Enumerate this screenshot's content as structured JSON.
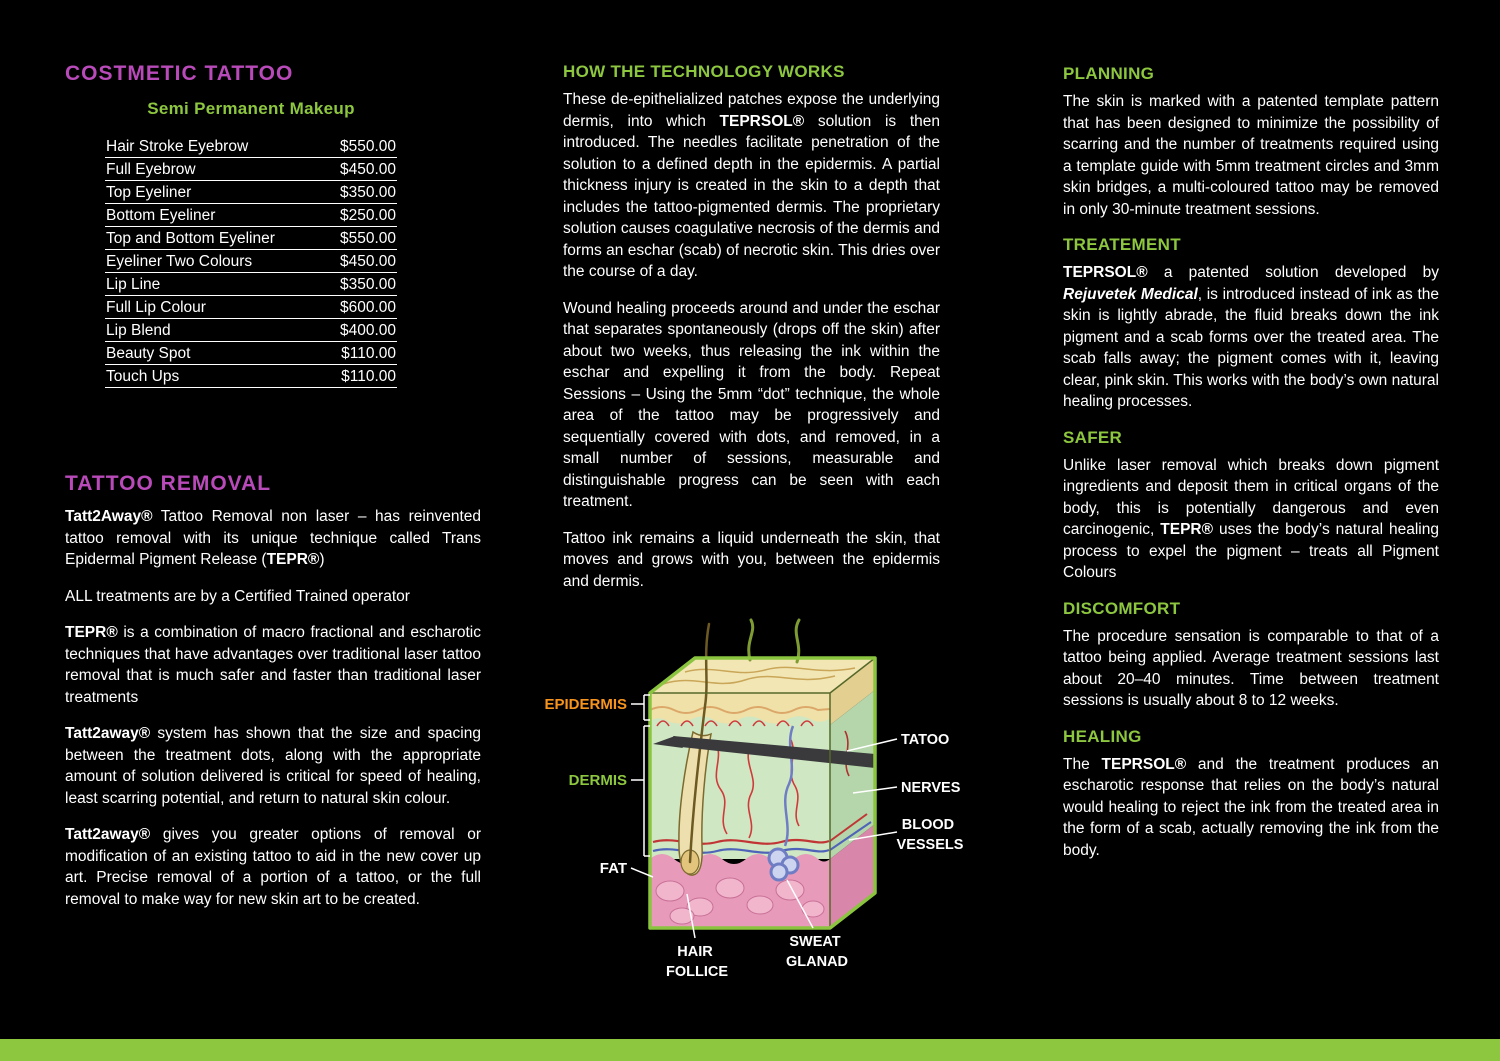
{
  "colors": {
    "background": "#000000",
    "accent_magenta": "#b94ab9",
    "accent_green": "#8dc63f",
    "accent_orange": "#f7941d",
    "body_text": "#ffffff",
    "footer_bar": "#8dc63f"
  },
  "left": {
    "title": "COSTMETIC TATTOO",
    "subtitle": "Semi Permanent Makeup",
    "price_list": [
      {
        "item": "Hair Stroke Eyebrow",
        "price": "$550.00"
      },
      {
        "item": "Full Eyebrow",
        "price": "$450.00"
      },
      {
        "item": "Top Eyeliner",
        "price": "$350.00"
      },
      {
        "item": "Bottom Eyeliner",
        "price": "$250.00"
      },
      {
        "item": "Top and Bottom Eyeliner",
        "price": "$550.00"
      },
      {
        "item": "Eyeliner Two Colours",
        "price": "$450.00"
      },
      {
        "item": "Lip Line",
        "price": "$350.00"
      },
      {
        "item": "Full Lip Colour",
        "price": "$600.00"
      },
      {
        "item": "Lip Blend",
        "price": "$400.00"
      },
      {
        "item": "Beauty Spot",
        "price": "$110.00"
      },
      {
        "item": "Touch Ups",
        "price": "$110.00"
      }
    ],
    "removal": {
      "title": "TATTOO REMOVAL",
      "paragraphs": [
        [
          {
            "t": "Tatt2Away®",
            "b": true
          },
          {
            "t": " Tattoo Removal non laser – has reinvented tattoo removal with its unique technique called Trans Epidermal Pigment Release ("
          },
          {
            "t": "TEPR®",
            "b": true
          },
          {
            "t": ")"
          }
        ],
        [
          {
            "t": "ALL treatments are by a Certified Trained operator"
          }
        ],
        [
          {
            "t": "TEPR®",
            "b": true
          },
          {
            "t": " is a combination of macro fractional and escharotic techniques that have advantages over traditional laser tattoo removal that is much safer and faster than traditional laser treatments"
          }
        ],
        [
          {
            "t": "Tatt2away®",
            "b": true
          },
          {
            "t": " system has shown that the size and spacing between the treatment dots, along with the appropriate amount of solution delivered is critical for speed of healing, least scarring potential, and return to natural skin colour."
          }
        ],
        [
          {
            "t": "Tatt2away®",
            "b": true
          },
          {
            "t": " gives you greater options of removal or modification of an existing tattoo to aid in the new cover up art. Precise removal of a portion of a tattoo, or the full removal to make way for new skin art to be created."
          }
        ]
      ]
    }
  },
  "middle": {
    "title": "HOW THE TECHNOLOGY WORKS",
    "paragraphs": [
      [
        {
          "t": "These de-epithelialized patches expose the underlying dermis, into which "
        },
        {
          "t": "TEPRSOL®",
          "b": true
        },
        {
          "t": " solution is then introduced. The needles facilitate penetration of the solution to a defined depth in the epidermis. A partial thickness injury is created in the skin to a depth that includes the tattoo-pigmented dermis. The proprietary solution causes coagulative necrosis of the dermis and forms an eschar (scab) of necrotic skin. This dries over the course of a day."
        }
      ],
      [
        {
          "t": "Wound healing proceeds around and under the eschar that separates spontaneously (drops off the skin) after about two weeks, thus releasing the ink within the eschar and expelling it from the body. Repeat Sessions – Using the 5mm “dot” technique, the whole area of the tattoo may be progressively and sequentially covered with dots, and removed, in a small number of sessions, measurable and distinguishable progress can be seen with each treatment."
        }
      ],
      [
        {
          "t": "Tattoo ink remains a liquid underneath the skin, that moves and grows with you, between the epidermis and dermis."
        }
      ]
    ],
    "diagram": {
      "epidermis": "EPIDERMIS",
      "dermis": "DERMIS",
      "fat": "FAT",
      "tattoo": "TATOO",
      "nerves": "NERVES",
      "blood_vessels": [
        "BLOOD",
        "VESSELS"
      ],
      "hair_follicle": [
        "HAIR",
        "FOLLICE"
      ],
      "sweat_gland": [
        "SWEAT",
        "GLANAD"
      ]
    }
  },
  "right": {
    "sections": [
      {
        "heading": "PLANNING",
        "body": [
          {
            "t": "The skin is marked with a patented template pattern that has been designed to minimize the possibility of scarring and the number of treatments required using a template guide with 5mm treatment circles and 3mm skin bridges, a multi-coloured tattoo may be removed in only 30-minute treatment sessions."
          }
        ]
      },
      {
        "heading": "TREATEMENT",
        "body": [
          {
            "t": "TEPRSOL®",
            "b": true
          },
          {
            "t": " a patented solution developed by "
          },
          {
            "t": "Rejuvetek Medical",
            "b": true,
            "i": true
          },
          {
            "t": ", is introduced instead of ink as the skin is lightly abrade, the fluid breaks down the ink pigment and a scab forms over the treated area. The scab falls away; the pigment comes with it, leaving clear, pink skin. This works with the body’s own natural healing processes."
          }
        ]
      },
      {
        "heading": "SAFER",
        "body": [
          {
            "t": "Unlike laser removal which breaks down pigment ingredients and deposit them in critical organs of the body, this is potentially dangerous and even carcinogenic, "
          },
          {
            "t": "TEPR®",
            "b": true
          },
          {
            "t": " uses the body’s natural healing process to expel the pigment – treats all Pigment Colours"
          }
        ]
      },
      {
        "heading": "DISCOMFORT",
        "body": [
          {
            "t": "The procedure sensation is comparable to that of a tattoo being applied. Average treatment sessions last about 20–40 minutes. Time between treatment sessions is usually about 8 to 12 weeks."
          }
        ]
      },
      {
        "heading": "HEALING",
        "body": [
          {
            "t": "The "
          },
          {
            "t": "TEPRSOL®",
            "b": true
          },
          {
            "t": " and the treatment produces an escharotic response that relies on the body’s natural would healing to reject the ink from the treated area in the form of a scab, actually removing the ink from the body."
          }
        ]
      }
    ]
  }
}
